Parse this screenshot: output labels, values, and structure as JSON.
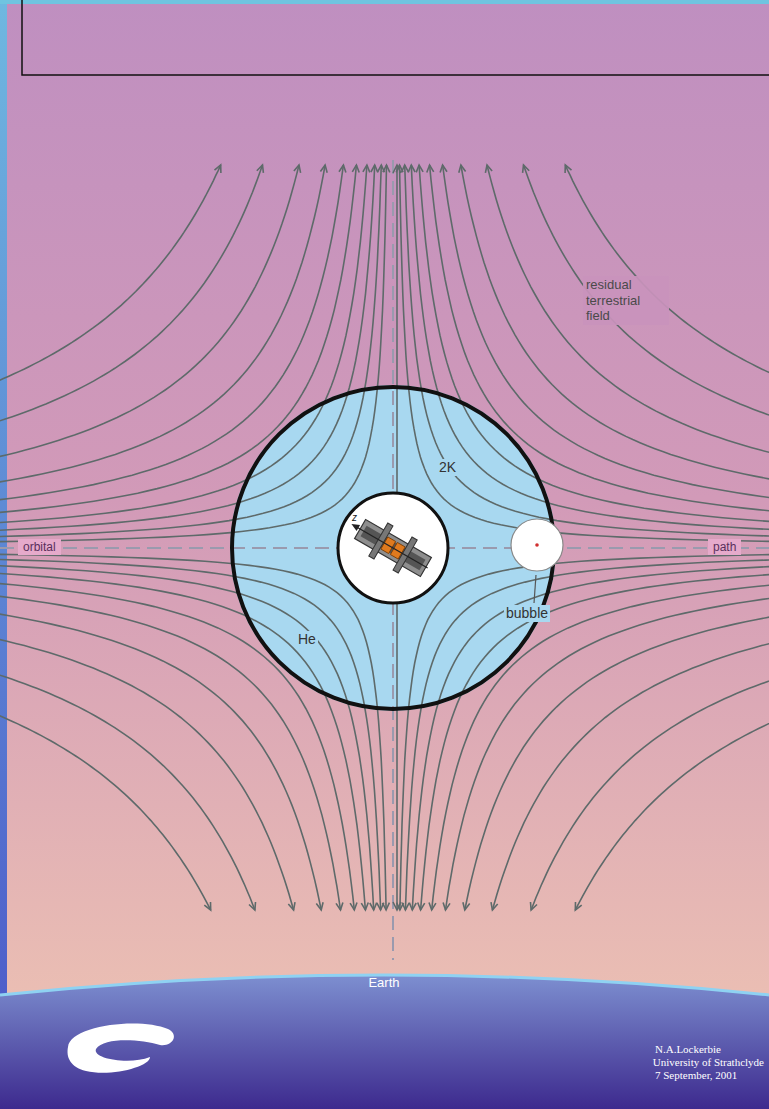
{
  "diagram": {
    "nodes": [
      {
        "text": [
          "2K",
          "He"
        ]
      },
      {
        "text": [
          "bubble"
        ],
        "in": 0
      },
      {
        "text": [
          "Earth"
        ]
      }
    ],
    "labels": [
      "residual terrestrial field",
      "orbital",
      "path",
      "z",
      "N.A.Lockerbie",
      "University of Strathclyde",
      "7 September, 2001"
    ]
  }
}
